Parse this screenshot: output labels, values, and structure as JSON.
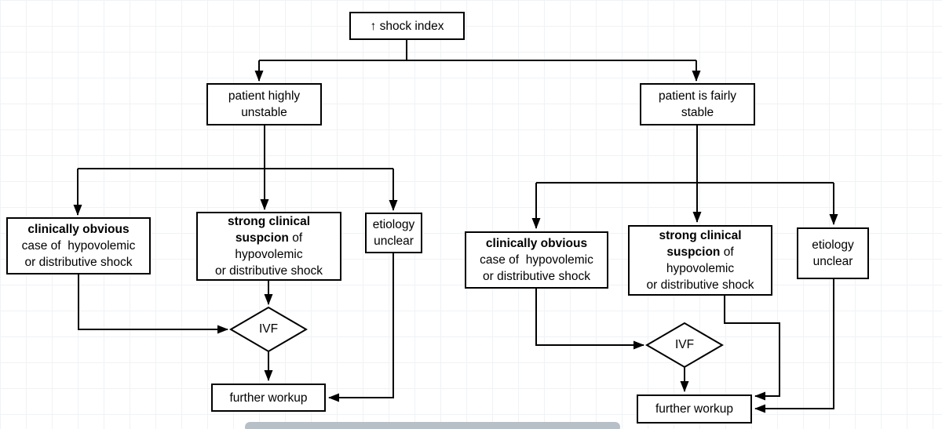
{
  "diagram": {
    "nodes": {
      "shock_index": {
        "label": "↑ shock index"
      },
      "patient_unstable": {
        "line1": "patient highly",
        "line2": "unstable"
      },
      "patient_stable": {
        "line1": "patient is fairly",
        "line2": "stable"
      },
      "clinically_obvious": {
        "bold": "clinically obvious",
        "line2": "case of  hypovolemic",
        "line3": "or distributive shock"
      },
      "strong_suspicion": {
        "bold1": "strong clinical",
        "bold2": "suspcion",
        "rest2": " of",
        "line3": "hypovolemic",
        "line4": "or distributive shock"
      },
      "etiology_unclear": {
        "line1": "etiology",
        "line2": "unclear"
      },
      "ivf": {
        "label": "IVF"
      },
      "further_workup": {
        "label": "further workup"
      }
    },
    "colors": {
      "stroke": "#000000",
      "node_fill": "#ffffff",
      "grid": "#f0f2f5",
      "scrollbar_thumb": "#b7bfc7"
    }
  }
}
